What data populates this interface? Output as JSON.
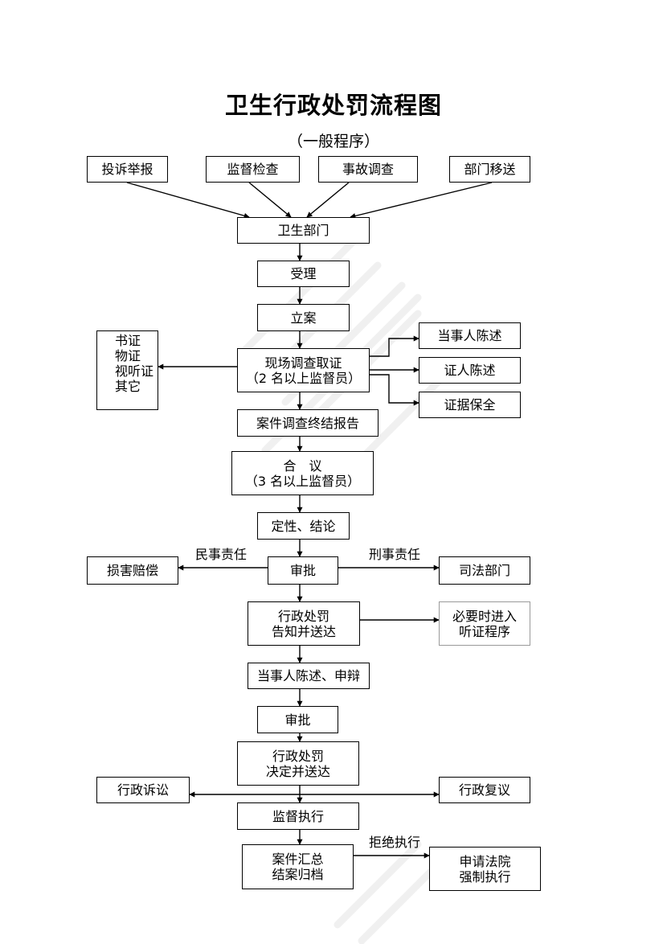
{
  "title": "卫生行政处罚流程图",
  "subtitle": "（一般程序）",
  "sources": {
    "complaint": "投诉举报",
    "inspection": "监督检查",
    "accident": "事故调查",
    "transfer": "部门移送"
  },
  "nodes": {
    "health_dept": "卫生部门",
    "accept": "受理",
    "register": "立案",
    "investigate": "现场调查取证\n（2 名以上监督员）",
    "evidence_types": "书证\n物证\n视听证\n其它",
    "party_statement": "当事人陈述",
    "witness_statement": "证人陈述",
    "evidence_preserve": "证据保全",
    "report": "案件调查终结报告",
    "deliberation": "合　议\n（3 名以上监督员）",
    "conclusion": "定性、结论",
    "approval1": "审批",
    "compensation": "损害赔偿",
    "judicial": "司法部门",
    "notice": "行政处罚\n告知并送达",
    "hearing": "必要时进入\n听证程序",
    "defense": "当事人陈述、申辩",
    "approval2": "审批",
    "decision": "行政处罚\n决定并送达",
    "litigation": "行政诉讼",
    "reconsideration": "行政复议",
    "supervise": "监督执行",
    "archive": "案件汇总\n结案归档",
    "court": "申请法院\n强制执行"
  },
  "edge_labels": {
    "civil": "民事责任",
    "criminal": "刑事责任",
    "refuse": "拒绝执行"
  }
}
